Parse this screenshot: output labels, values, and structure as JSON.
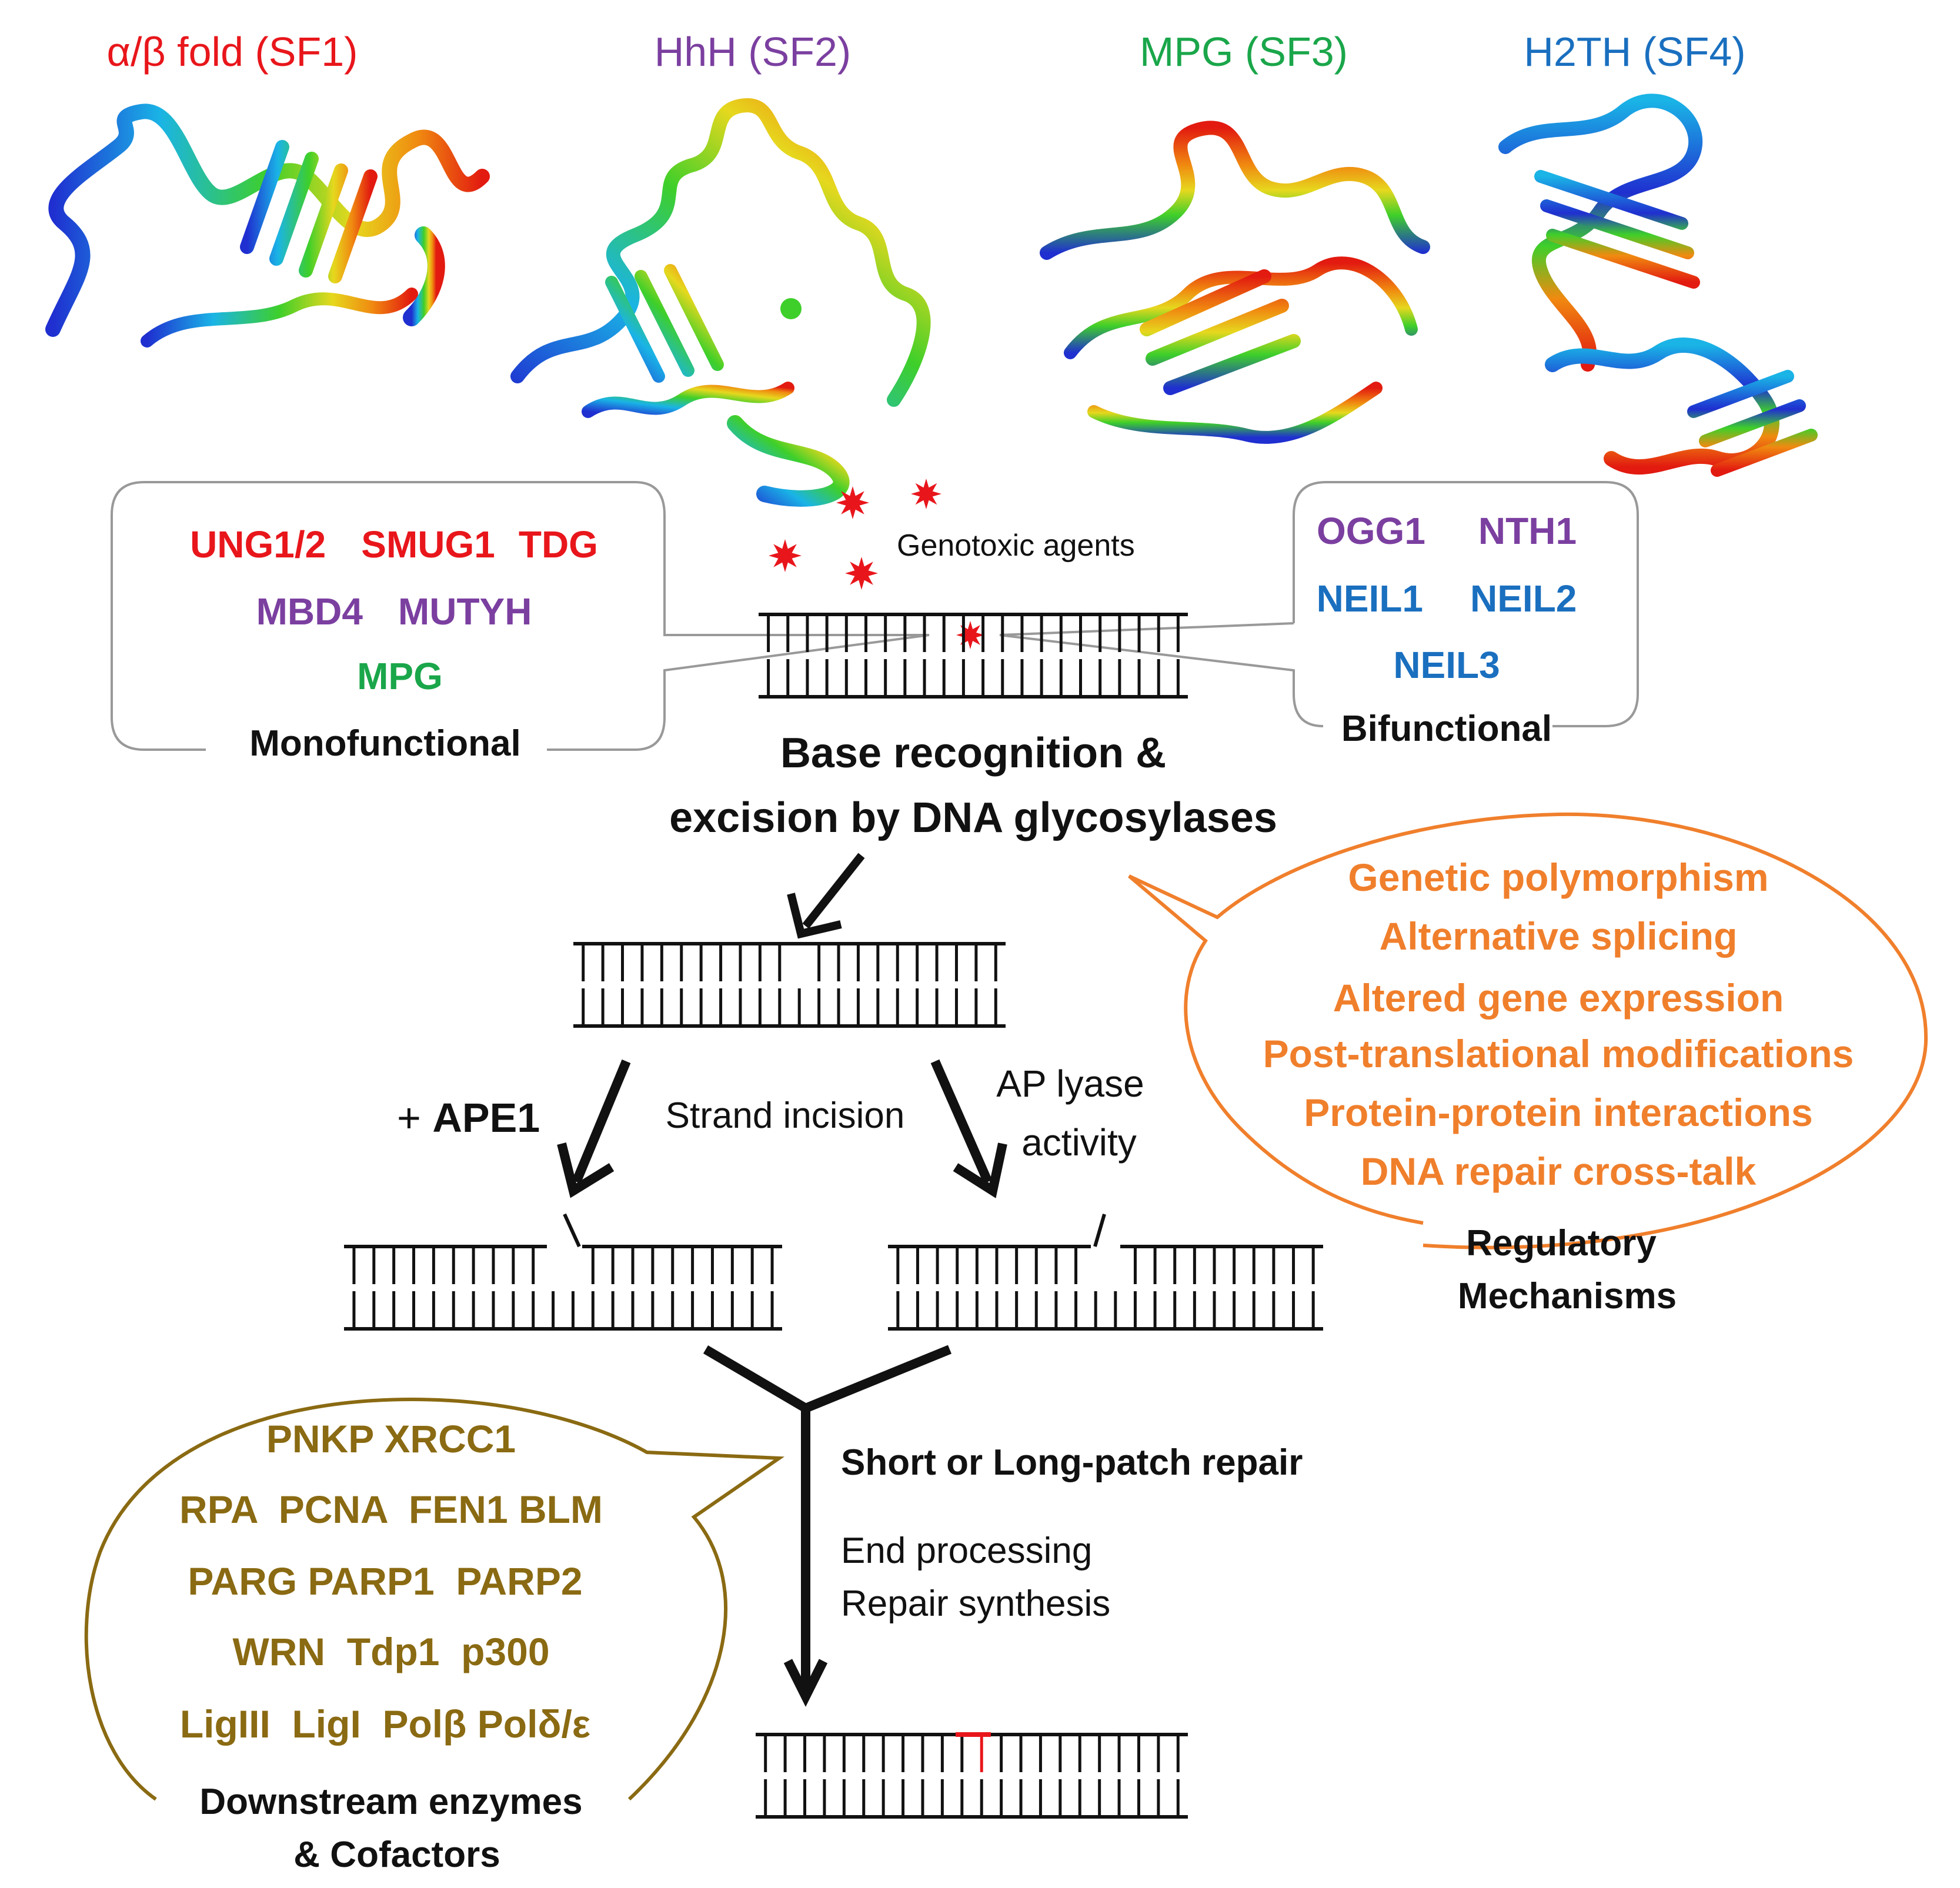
{
  "colors": {
    "sf1": "#e8161b",
    "sf2": "#7b3fa0",
    "sf3": "#1aa64a",
    "sf4": "#1a6fbf",
    "regulatory": "#f07f2c",
    "downstream": "#8a6a12",
    "damage": "#e8161b",
    "dna": "#111111",
    "callout_gray": "#999999"
  },
  "superfamilies": [
    {
      "label": "α/β fold (SF1)",
      "color_key": "sf1",
      "icon": "protein-structure-sf1"
    },
    {
      "label": "HhH (SF2)",
      "color_key": "sf2",
      "icon": "protein-structure-sf2"
    },
    {
      "label": "MPG (SF3)",
      "color_key": "sf3",
      "icon": "protein-structure-sf3"
    },
    {
      "label": "H2TH (SF4)",
      "color_key": "sf4",
      "icon": "protein-structure-sf4"
    }
  ],
  "genotoxic": {
    "label": "Genotoxic agents"
  },
  "monofunctional": {
    "title": "Monofunctional",
    "rows": [
      [
        {
          "text": "UNG1/2",
          "color_key": "sf1"
        },
        {
          "text": "SMUG1",
          "color_key": "sf1"
        },
        {
          "text": "TDG",
          "color_key": "sf1"
        }
      ],
      [
        {
          "text": "MBD4",
          "color_key": "sf2"
        },
        {
          "text": "MUTYH",
          "color_key": "sf2"
        }
      ],
      [
        {
          "text": "MPG",
          "color_key": "sf3"
        }
      ]
    ]
  },
  "bifunctional": {
    "title": "Bifunctional",
    "rows": [
      [
        {
          "text": "OGG1",
          "color_key": "sf2"
        },
        {
          "text": "NTH1",
          "color_key": "sf2"
        }
      ],
      [
        {
          "text": "NEIL1",
          "color_key": "sf4"
        },
        {
          "text": "NEIL2",
          "color_key": "sf4"
        }
      ],
      [
        {
          "text": "NEIL3",
          "color_key": "sf4"
        }
      ]
    ]
  },
  "step1": {
    "line1": "Base recognition &",
    "line2": "excision by DNA glycosylases"
  },
  "incision": {
    "left_prefix": "+ ",
    "left_bold": "APE1",
    "middle": "Strand incision",
    "right_line1": "AP lyase",
    "right_line2": "activity"
  },
  "repair": {
    "title": "Short or Long-patch repair",
    "line1": "End processing",
    "line2": "Repair synthesis"
  },
  "regulatory": {
    "items": [
      "Genetic polymorphism",
      "Alternative splicing",
      "Altered gene expression",
      "Post-translational modifications",
      "Protein-protein interactions",
      "DNA repair cross-talk"
    ],
    "title_line1": "Regulatory",
    "title_line2": "Mechanisms"
  },
  "downstream": {
    "rows": [
      "PNKP XRCC1",
      "RPA  PCNA  FEN1 BLM",
      "PARG PARP1  PARP2",
      "WRN  Tdp1  p300",
      "LigIII  LigI  Polβ Polδ/ε"
    ],
    "title_line1": "Downstream enzymes",
    "title_line2": "& Cofactors"
  }
}
